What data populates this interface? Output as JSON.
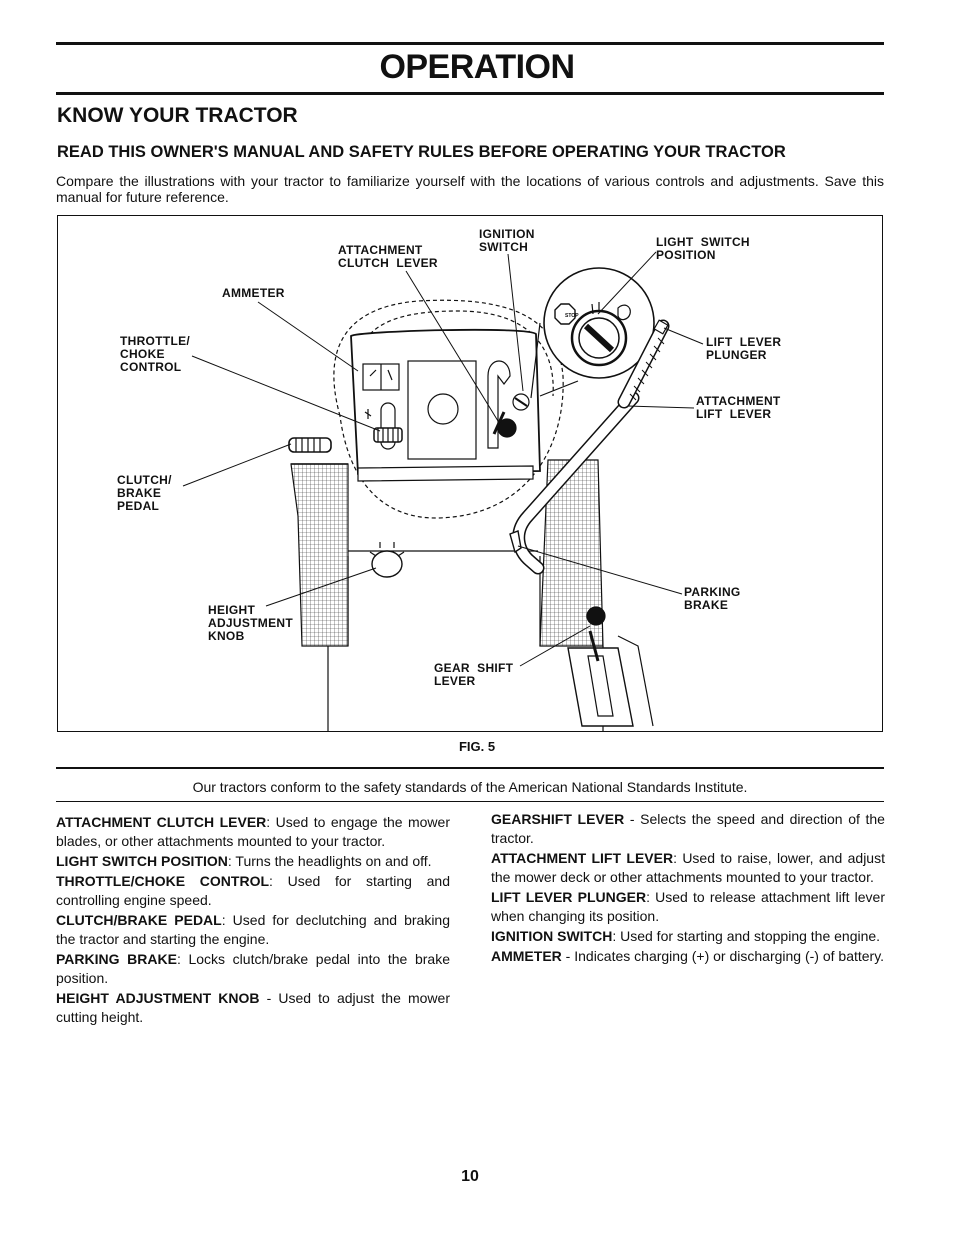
{
  "page": {
    "title": "OPERATION",
    "section_heading": "KNOW YOUR TRACTOR",
    "warning_heading": "READ THIS OWNER'S MANUAL AND SAFETY RULES BEFORE OPERATING YOUR TRACTOR",
    "intro": "Compare the illustrations with your tractor to familiarize yourself with the locations of various controls and adjustments.  Save this manual for future reference.",
    "page_number": "10"
  },
  "figure": {
    "caption": "FIG. 5",
    "labels": {
      "attachment_clutch_lever": "ATTACHMENT\nCLUTCH  LEVER",
      "ignition_switch": "IGNITION\nSWITCH",
      "light_switch_position": "LIGHT  SWITCH\nPOSITION",
      "ammeter": "AMMETER",
      "throttle_choke": "THROTTLE/\nCHOKE\nCONTROL",
      "lift_lever_plunger": "LIFT  LEVER\nPLUNGER",
      "attachment_lift_lever": "ATTACHMENT\nLIFT  LEVER",
      "clutch_brake_pedal": "CLUTCH/\nBRAKE\nPEDAL",
      "parking_brake": "PARKING\nBRAKE",
      "height_adjustment_knob": "HEIGHT\nADJUSTMENT\nKNOB",
      "gear_shift_lever": "GEAR  SHIFT\nLEVER"
    },
    "switch_marks": {
      "stop": "STOP"
    }
  },
  "standards_note": "Our tractors conform to the safety standards of the American National Standards Institute.",
  "descriptions": {
    "left": [
      {
        "term": "ATTACHMENT CLUTCH LEVER",
        "sep": ":  ",
        "text": "Used to engage the mower blades, or other attachments mounted to your tractor."
      },
      {
        "term": "LIGHT SWITCH POSITION",
        "sep": ":  ",
        "text": "Turns the headlights on and off."
      },
      {
        "term": "THROTTLE/CHOKE CONTROL",
        "sep": ":  ",
        "text": "Used for starting and controlling engine speed."
      },
      {
        "term": "CLUTCH/BRAKE PEDAL",
        "sep": ":  ",
        "text": "Used for declutching and braking the tractor and starting the engine."
      },
      {
        "term": "PARKING BRAKE",
        "sep": ": ",
        "text": "Locks clutch/brake pedal into the brake position."
      },
      {
        "term": "HEIGHT ADJUSTMENT KNOB",
        "sep": " - ",
        "text": "Used to adjust the mower cutting height."
      }
    ],
    "right": [
      {
        "term": "GEARSHIFT  LEVER",
        "sep": " - ",
        "text": "Selects the speed and direction of the tractor."
      },
      {
        "term": "ATTACHMENT LIFT LEVER",
        "sep": ":  ",
        "text": "Used to raise, lower, and adjust the mower deck or other attachments mounted to your tractor."
      },
      {
        "term": "LIFT LEVER PLUNGER",
        "sep": ":  ",
        "text": "Used to release attachment lift lever when changing its position."
      },
      {
        "term": "IGNITION SWITCH",
        "sep": ":  ",
        "text": "Used for starting and stopping the engine."
      },
      {
        "term": "AMMETER",
        "sep": " - ",
        "text": "Indicates charging (+) or discharging (-) of battery."
      }
    ]
  }
}
